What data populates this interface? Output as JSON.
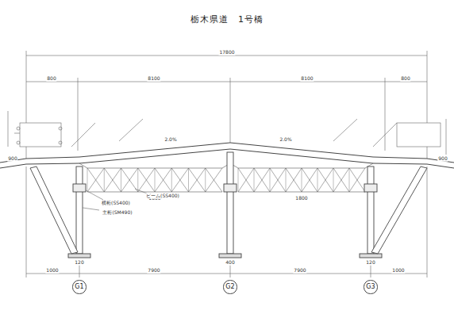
{
  "diagram": {
    "title": "栃木県道　1号橋",
    "nodes": [
      {
        "text": [
          "G1"
        ]
      },
      {
        "text": [
          "G2"
        ]
      },
      {
        "text": [
          "G3"
        ]
      }
    ],
    "edges": [],
    "labels": [
      "17800",
      "800",
      "8100",
      "8100",
      "800",
      "2.0%",
      "2.0%",
      "1000",
      "7900",
      "7900",
      "1000",
      "120",
      "400",
      "120",
      "1800",
      "1800",
      "横桁(SS400)",
      "ビーム(SS400)",
      "主桁(SM490)",
      "900",
      "900"
    ]
  }
}
